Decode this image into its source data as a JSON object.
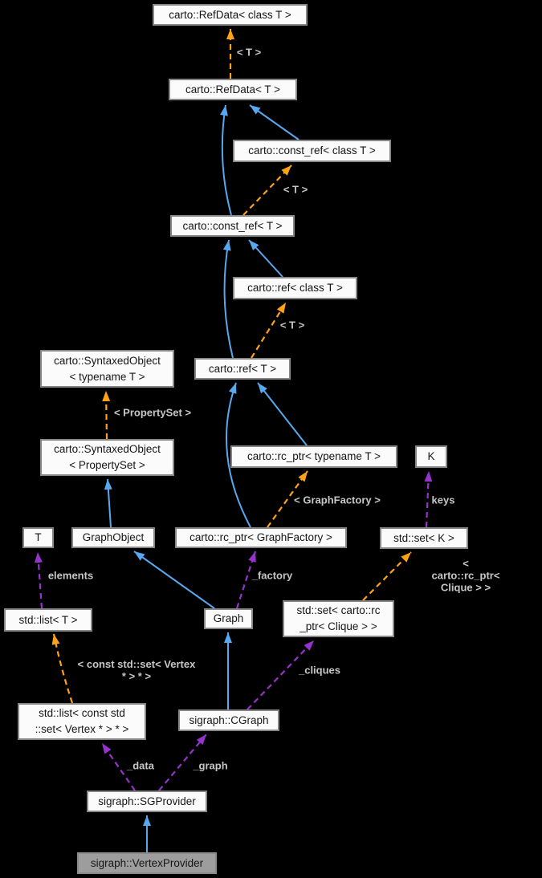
{
  "diagram": {
    "kind": "class-collaboration-graph",
    "background": "#000000",
    "colors": {
      "inheritance_edge": "#58a8f0",
      "template_edge": "#ffa216",
      "usage_edge": "#9633cc",
      "edge_label": "#c6c6c6",
      "node_fill": "#fbfbfb",
      "node_border": "#868686",
      "selected_node_fill": "#9d9d9d"
    },
    "nodes": {
      "refdata_class_t": {
        "label": "carto::RefData< class T >"
      },
      "refdata_t": {
        "label": "carto::RefData< T >"
      },
      "const_ref_class_t": {
        "label": "carto::const_ref< class T >"
      },
      "const_ref_t": {
        "label": "carto::const_ref< T >"
      },
      "ref_class_t": {
        "label": "carto::ref< class T >"
      },
      "ref_t": {
        "label": "carto::ref< T >"
      },
      "syntaxed_typename_t": {
        "label": "carto::SyntaxedObject\n< typename T >"
      },
      "syntaxed_propertyset": {
        "label": "carto::SyntaxedObject\n< PropertySet >"
      },
      "rc_ptr_typename_t": {
        "label": "carto::rc_ptr< typename T >"
      },
      "k": {
        "label": "K"
      },
      "t": {
        "label": "T"
      },
      "graphobject": {
        "label": "GraphObject"
      },
      "rc_ptr_graphfactory": {
        "label": "carto::rc_ptr< GraphFactory >"
      },
      "std_set_k": {
        "label": "std::set< K >"
      },
      "std_list_t": {
        "label": "std::list< T >"
      },
      "graph": {
        "label": "Graph"
      },
      "std_set_clique": {
        "label": "std::set< carto::rc\n_ptr< Clique > >"
      },
      "std_list_vertex": {
        "label": "std::list< const std\n::set< Vertex * > * >"
      },
      "cgraph": {
        "label": "sigraph::CGraph"
      },
      "sgprovider": {
        "label": "sigraph::SGProvider"
      },
      "vertexprovider": {
        "label": "sigraph::VertexProvider"
      }
    },
    "edge_labels": {
      "t1": "< T >",
      "t2": "< T >",
      "t3": "< T >",
      "propertyset": "< PropertySet >",
      "graphfactory": "< GraphFactory >",
      "keys": "keys",
      "elements": "elements",
      "factory": "_factory",
      "clique_tpl": "< carto::rc_ptr< Clique > >",
      "vertex_tpl": "< const std::set< Vertex\n* > * >",
      "cliques": "_cliques",
      "data": "_data",
      "graph": "_graph"
    }
  }
}
